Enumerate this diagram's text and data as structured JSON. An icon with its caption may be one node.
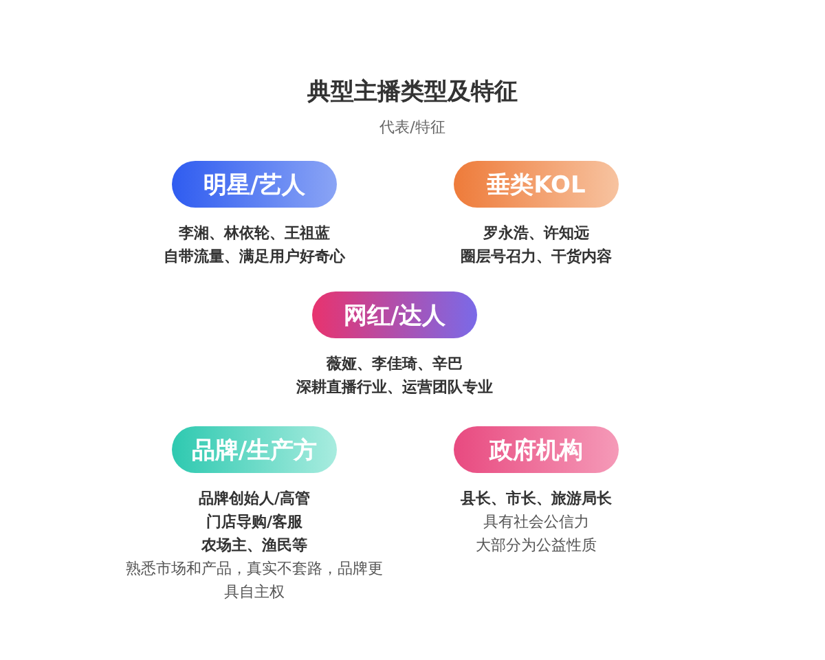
{
  "diagram": {
    "title": "典型主播类型及特征",
    "nodes": [
      {
        "text": [
          "明星/艺人"
        ],
        "beside": [
          "李湘、林依轮、王祖蓝",
          "自带流量、满足用户好奇心"
        ]
      },
      {
        "text": [
          "垂类KOL"
        ],
        "beside": [
          "罗永浩、许知远",
          "圈层号召力、干货内容"
        ]
      },
      {
        "text": [
          "网红/达人"
        ],
        "beside": [
          "薇娅、李佳琦、辛巴",
          "深耕直播行业、运营团队专业"
        ]
      },
      {
        "text": [
          "品牌/生产方"
        ],
        "beside": [
          "品牌创始人/高管",
          "门店导购/客服",
          "农场主、渔民等",
          "熟悉市场和产品，真实不套路，品牌更具自主权"
        ]
      },
      {
        "text": [
          "政府机构"
        ],
        "beside": [
          "县长、市长、旅游局长",
          "具有社会公信力",
          "大部分为公益性质"
        ]
      }
    ],
    "labels": [
      "代表/特征"
    ]
  }
}
